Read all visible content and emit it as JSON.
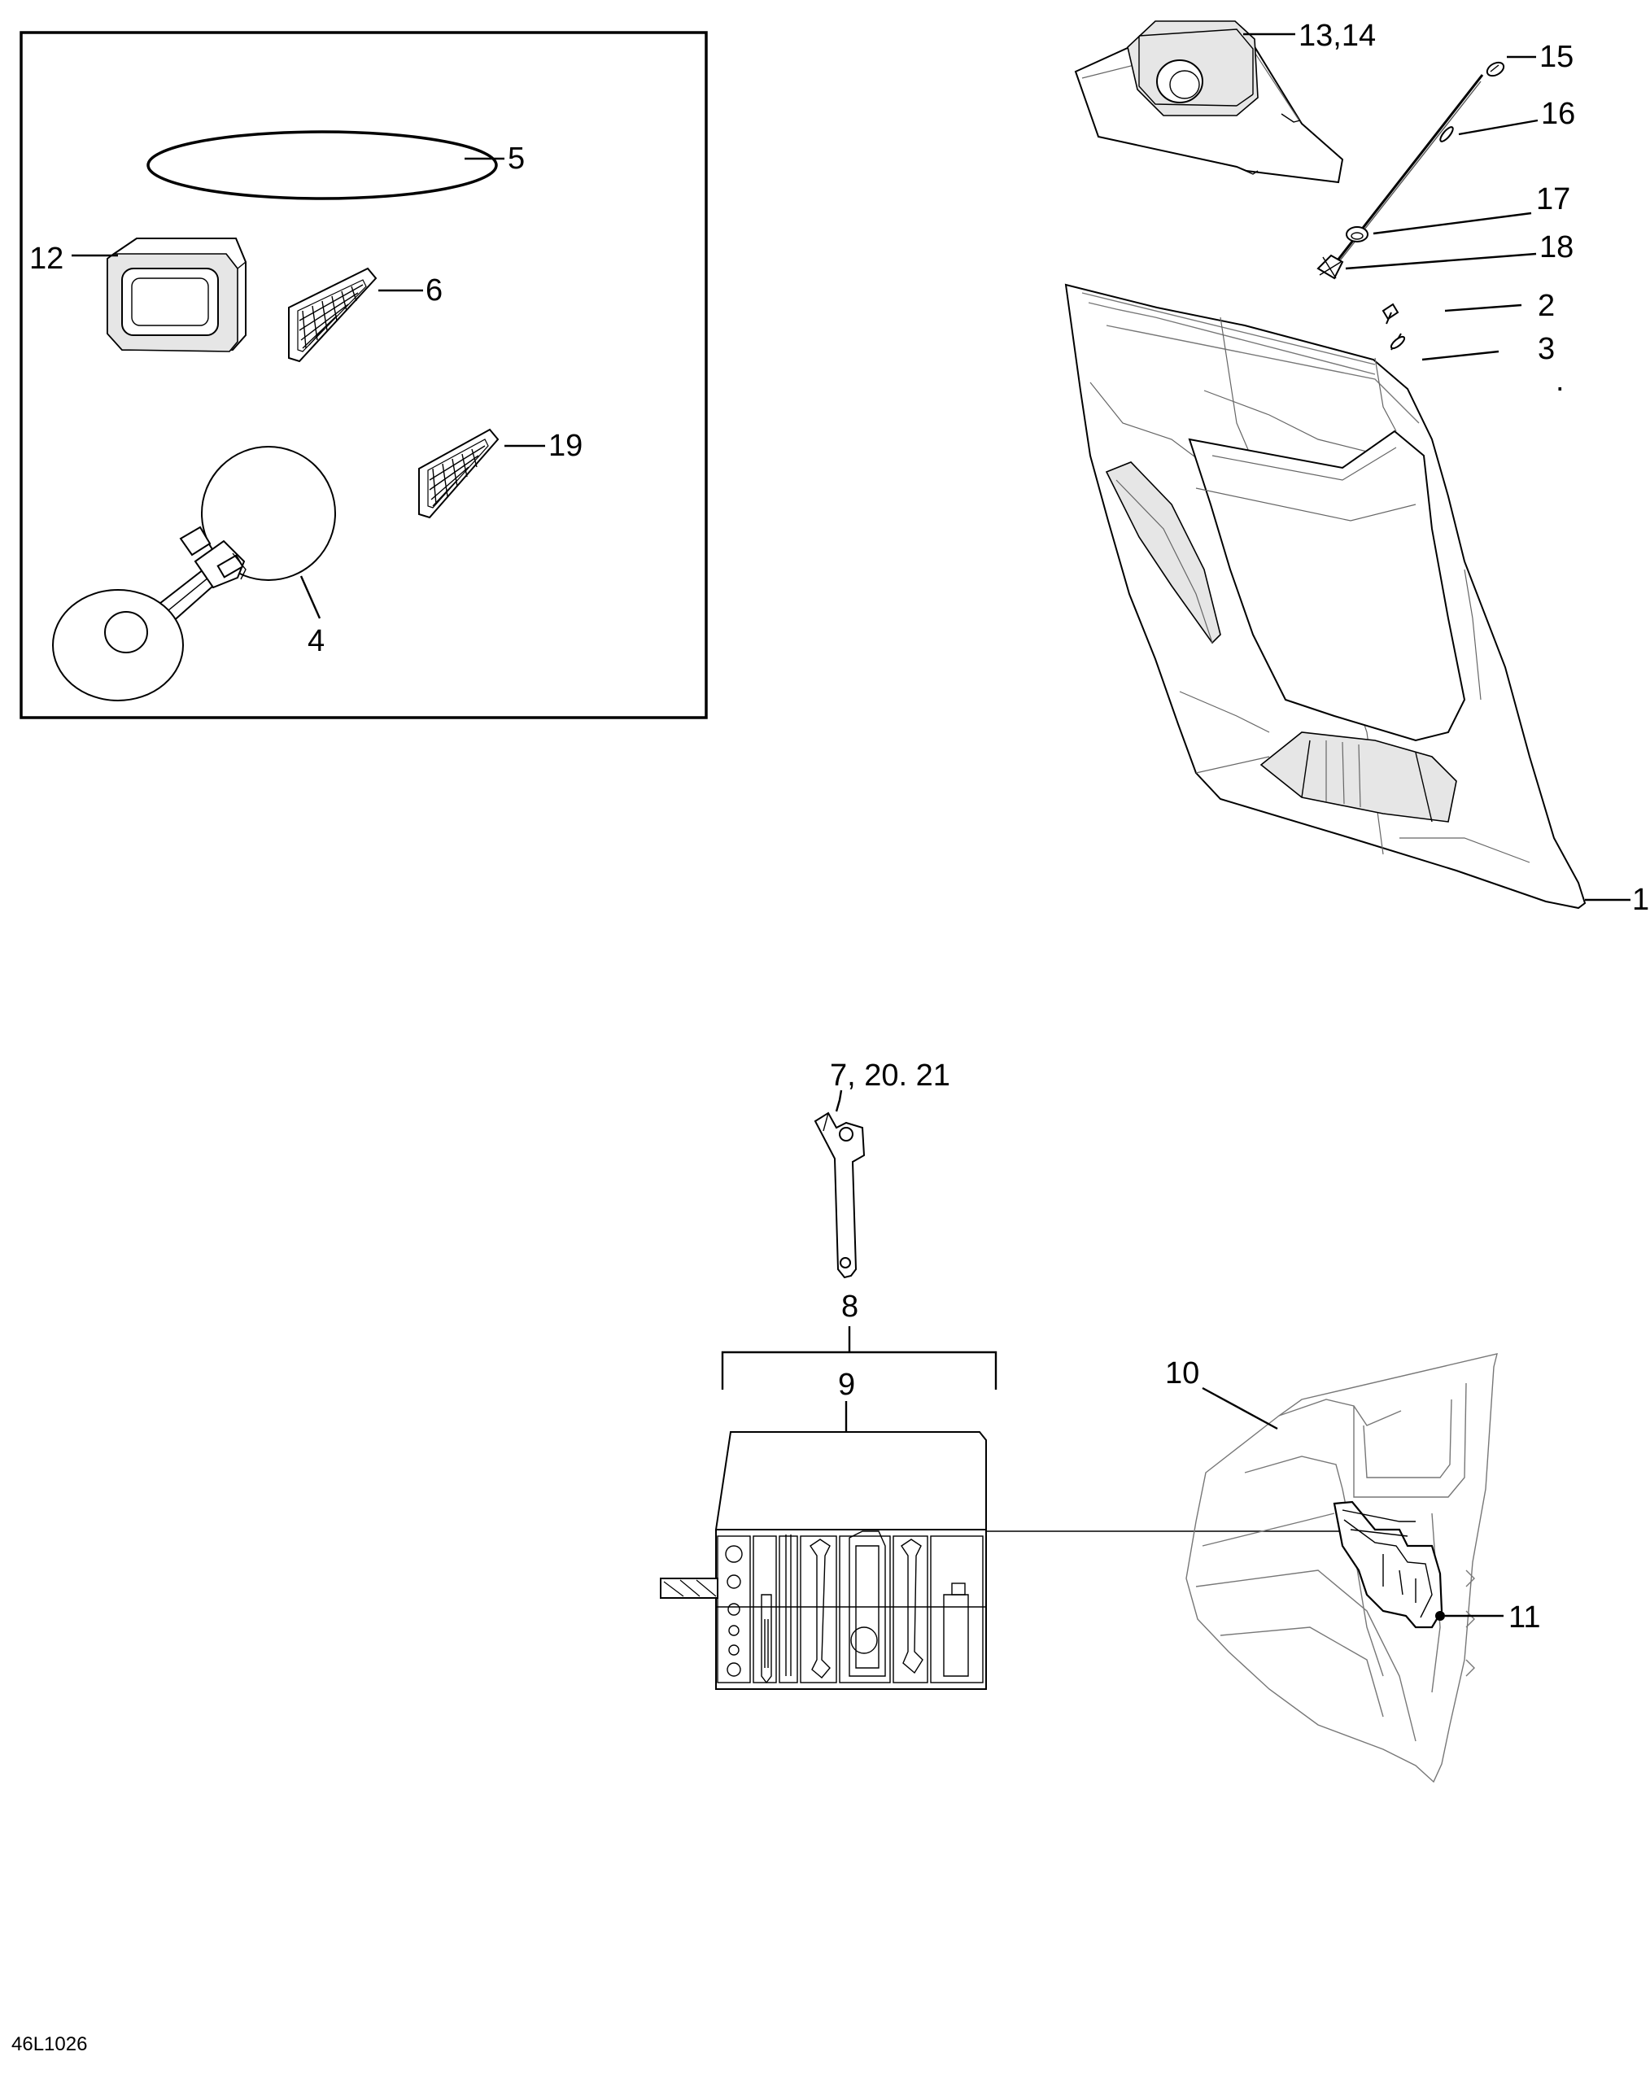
{
  "callouts": {
    "c1": "1",
    "c2": "2",
    "c3": "3",
    "c4": "4",
    "c5": "5",
    "c6": "6",
    "c7_20_21": "7, 20. 21",
    "c8": "8",
    "c9": "9",
    "c10": "10",
    "c11": "11",
    "c12": "12",
    "c13_14": "13,14",
    "c15": "15",
    "c16": "16",
    "c17": "17",
    "c18": "18",
    "c19": "19"
  },
  "stray_mark": ".",
  "drawing_ref": "46L1026"
}
